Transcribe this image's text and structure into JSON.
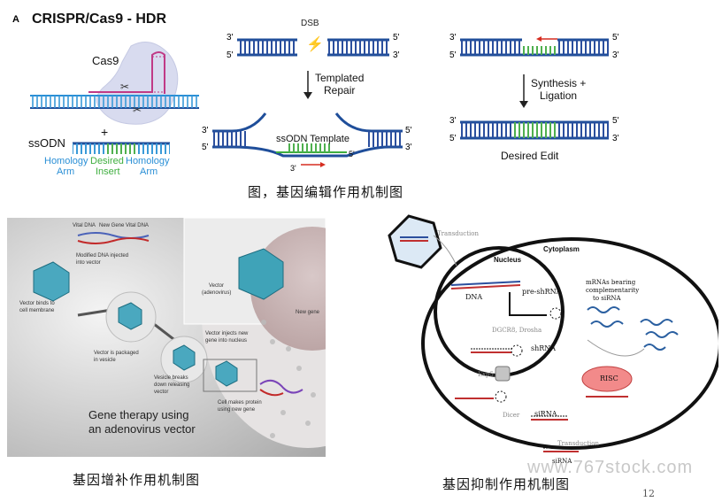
{
  "crispr": {
    "panel_letter": "A",
    "title": "CRISPR/Cas9 - HDR",
    "cas9_label": "Cas9",
    "plus": "+",
    "ssodn_label": "ssODN",
    "left_arm_line1": "Homology",
    "left_arm_line2": "Arm",
    "insert_line1": "Desired",
    "insert_line2": "Insert",
    "right_arm_line1": "Homology",
    "right_arm_line2": "Arm",
    "dsb_label": "DSB",
    "templated_repair_line1": "Templated",
    "templated_repair_line2": "Repair",
    "ssodn_template_label": "ssODN Template",
    "synthesis_line1": "Synthesis +",
    "synthesis_line2": "Ligation",
    "desired_edit_label": "Desired Edit",
    "end_3": "3'",
    "end_5": "5'",
    "caption": "图，基因编辑作用机制图"
  },
  "gene_therapy": {
    "vital_dna_1": "Vital DNA",
    "new_gene": "New Gene",
    "vital_dna_2": "Vital DNA",
    "modified_dna_line1": "Modified DNA injected",
    "modified_dna_line2": "into vector",
    "vector_binds_line1": "Vector binds to",
    "vector_binds_line2": "cell membrane",
    "vector_packaged_line1": "Vector is packaged",
    "vector_packaged_line2": "in vesicle",
    "vesicle_breaks_line1": "Vesicle breaks",
    "vesicle_breaks_line2": "down releasing",
    "vesicle_breaks_line3": "vector",
    "vector_injects_line1": "Vector injects new",
    "vector_injects_line2": "gene into nucleus",
    "cell_makes_line1": "Cell makes protein",
    "cell_makes_line2": "using new gene",
    "vector_adeno_line1": "Vector",
    "vector_adeno_line2": "(adenovirus)",
    "new_gene_small": "New gene",
    "big_title_line1": "Gene therapy using",
    "big_title_line2": "an adenovirus vector",
    "caption": "基因增补作用机制图"
  },
  "sirna": {
    "transduction_top": "Transduction",
    "cytoplasm": "Cytoplasm",
    "nucleus": "Nucleus",
    "dna": "DNA",
    "pre_shrna": "pre-shRNA",
    "dgcr8": "DGCR8, Drosha",
    "shrna": "shRNA",
    "exp5": "Exp5",
    "dicer": "Dicer",
    "sirna_label": "siRNA",
    "risc": "RISC",
    "mrna_line1": "mRNAs bearing",
    "mrna_line2": "complementarity",
    "mrna_line3": "to siRNA",
    "transduction_bottom": "Transduction",
    "sirna_bottom": "siRNA",
    "caption": "基因抑制作用机制图"
  },
  "footer": {
    "watermark": "www.767stock.com",
    "page_number": "12"
  },
  "colors": {
    "strand_blue": "#1f4e9a",
    "light_blue": "#2a8fd6",
    "insert_green": "#3fae3f",
    "cas9_bg": "#d9dcee",
    "pink": "#c03a86",
    "red_arrow": "#d62d20",
    "risc_red": "#f28a8a"
  }
}
